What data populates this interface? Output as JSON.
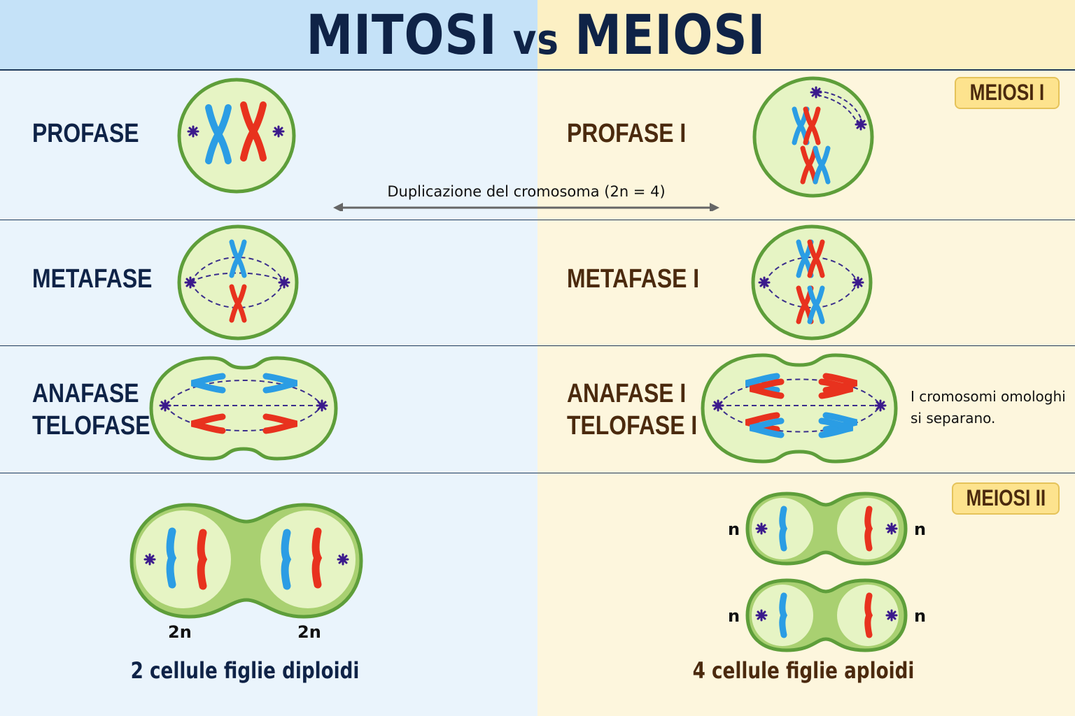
{
  "title": {
    "left": "MITOSI",
    "vs": "vs",
    "right": "MEIOSI"
  },
  "badges": {
    "meiosis1": "MEIOSI I",
    "meiosis2": "MEIOSI II"
  },
  "mitosis": {
    "prophase": "PROFASE",
    "metaphase": "METAFASE",
    "anaphase": "ANAFASE",
    "telophase": "TELOFASE",
    "ploidy_left": "2n",
    "ploidy_right": "2n",
    "result": "2 cellule figlie diploidi"
  },
  "meiosis": {
    "prophase": "PROFASE I",
    "metaphase": "METAFASE I",
    "anaphase": "ANAFASE I",
    "telophase": "TELOFASE I",
    "note_line1": "I cromosomi omologhi",
    "note_line2": "si separano.",
    "ploidy": "n",
    "result": "4 cellule figlie aploidi"
  },
  "duplication_label": "Duplicazione del cromosoma (2n = 4)",
  "colors": {
    "chromosome_blue": "#2b9de4",
    "chromosome_red": "#e8321e",
    "cell_fill": "#e6f4c4",
    "cell_border": "#5e9e3a",
    "centrosome": "#3b1a8c",
    "spindle": "#3b2f8c"
  }
}
